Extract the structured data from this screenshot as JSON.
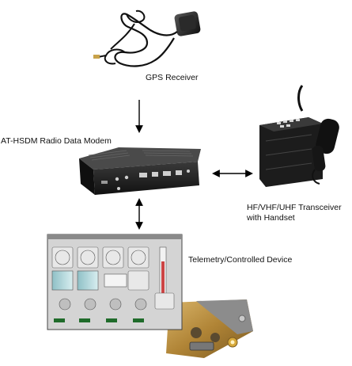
{
  "labels": {
    "gps": "GPS Receiver",
    "modem": "AT-HSDM Radio Data Modem",
    "transceiver_line1": "HF/VHF/UHF Transceiver",
    "transceiver_line2": "with Handset",
    "telemetry": "Telemetry/Controlled Device"
  },
  "colors": {
    "device_dark": "#1a1a1a",
    "panel_gray": "#c8c8c8",
    "brass": "#b58a3a",
    "arrow": "#000000"
  }
}
